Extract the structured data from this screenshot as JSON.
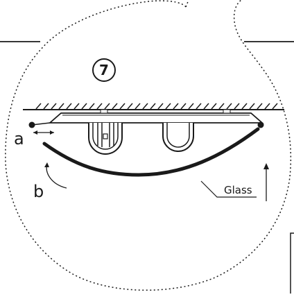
{
  "step_number": "7",
  "labels": {
    "a": "a",
    "b": "b",
    "glass": "Glass"
  },
  "colors": {
    "ink": "#1a1a1a",
    "background": "#ffffff"
  }
}
